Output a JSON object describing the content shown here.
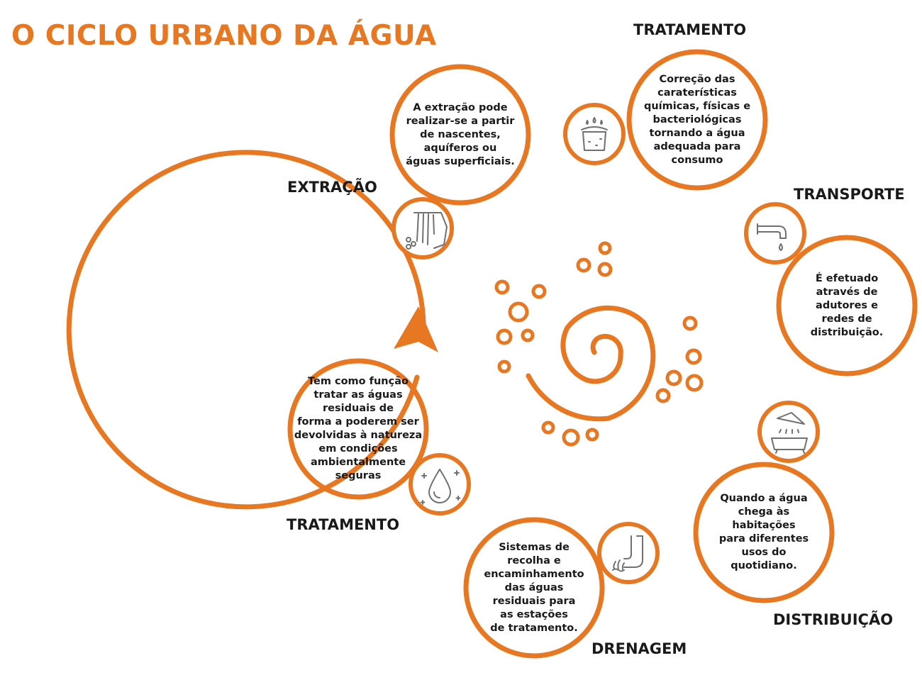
{
  "title": "O CICLO URBANO DA ÁGUA",
  "accent_color": "#E87722",
  "text_color": "#1a1a1a",
  "stages": {
    "extracao": {
      "label": "EXTRAÇÃO",
      "icon": "waterfall-icon",
      "description": "A extração pode\nrealizar-se a partir\nde nascentes,\naquíferos ou\náguas superficiais."
    },
    "tratamento_agua": {
      "label": "TRATAMENTO",
      "icon": "water-treatment-tank-icon",
      "description": "Correção das\ncaraterísticas\nquímicas, físicas e\nbacteriológicas\ntornando a água\nadequada para\nconsumo"
    },
    "transporte": {
      "label": "TRANSPORTE",
      "icon": "faucet-icon",
      "description": "É efetuado\natravés de\nadutores e\nredes de\ndistribuição."
    },
    "distribuicao": {
      "label": "DISTRIBUIÇÃO",
      "icon": "shower-bathtub-icon",
      "description": "Quando a água\nchega às\nhabitações\npara diferentes\nusos do\nquotidiano."
    },
    "drenagem": {
      "label": "DRENAGEM",
      "icon": "drain-pipe-icon",
      "description": "Sistemas de\nrecolha e\nencaminhamento\ndas águas\nresiduais para\nas estações\nde tratamento."
    },
    "tratamento_residuais": {
      "label": "TRATAMENTO",
      "icon": "clean-water-drop-icon",
      "description": "Tem como função\ntratar as águas\nresiduais de\nforma a poderem ser\ndevolvidas à natureza\nem condições\nambientalmente\nseguras"
    }
  }
}
